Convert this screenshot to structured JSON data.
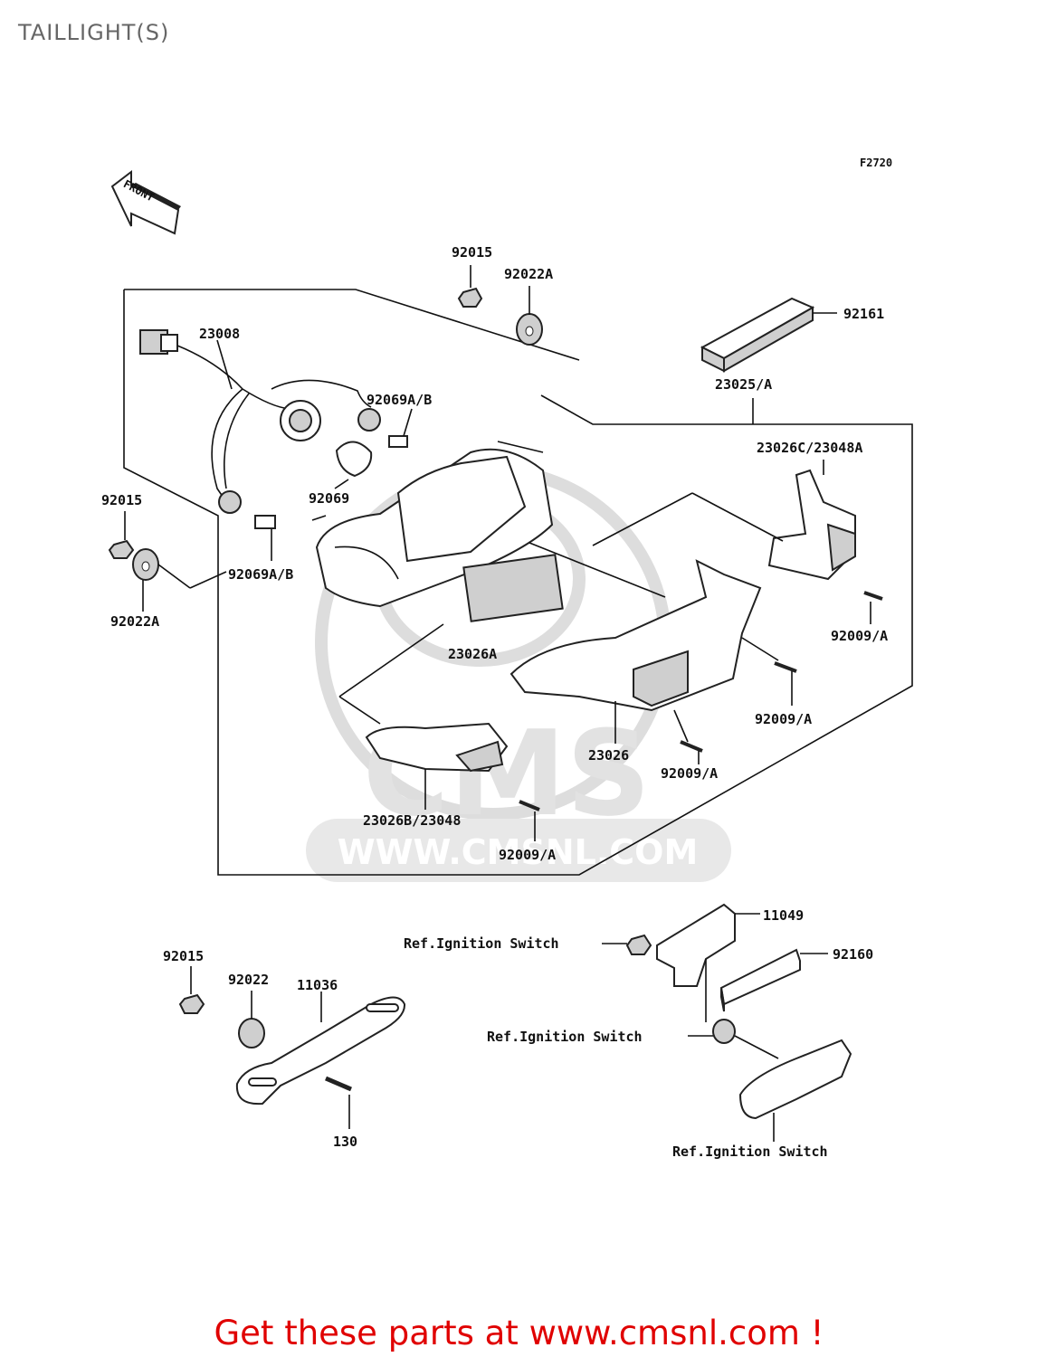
{
  "page_title": "TAILLIGHT(S)",
  "figure_code": "F2720",
  "front_label": "FRONT",
  "watermark": {
    "logo": "CMS",
    "url": "WWW.CMSNL.COM"
  },
  "labels": {
    "p92015_top": "92015",
    "p92022A_top": "92022A",
    "p92161": "92161",
    "p23025A": "23025/A",
    "p23008": "23008",
    "p92069AB_top": "92069A/B",
    "p92069": "92069",
    "p23026C": "23026C/23048A",
    "p92015_left": "92015",
    "p92069AB_left": "92069A/B",
    "p92022A_left": "92022A",
    "p92009A_1": "92009/A",
    "p23026A": "23026A",
    "p92009A_2": "92009/A",
    "p23026": "23026",
    "p92009A_3": "92009/A",
    "p23026B": "23026B/23048",
    "p92009A_4": "92009/A",
    "p11049": "11049",
    "p92160": "92160",
    "ref_ign_1": "Ref.Ignition Switch",
    "ref_ign_2": "Ref.Ignition Switch",
    "ref_ign_3": "Ref.Ignition Switch",
    "p92015_bottom": "92015",
    "p92022": "92022",
    "p11036": "11036",
    "p130": "130"
  },
  "footer_text": "Get these parts at www.cmsnl.com !"
}
